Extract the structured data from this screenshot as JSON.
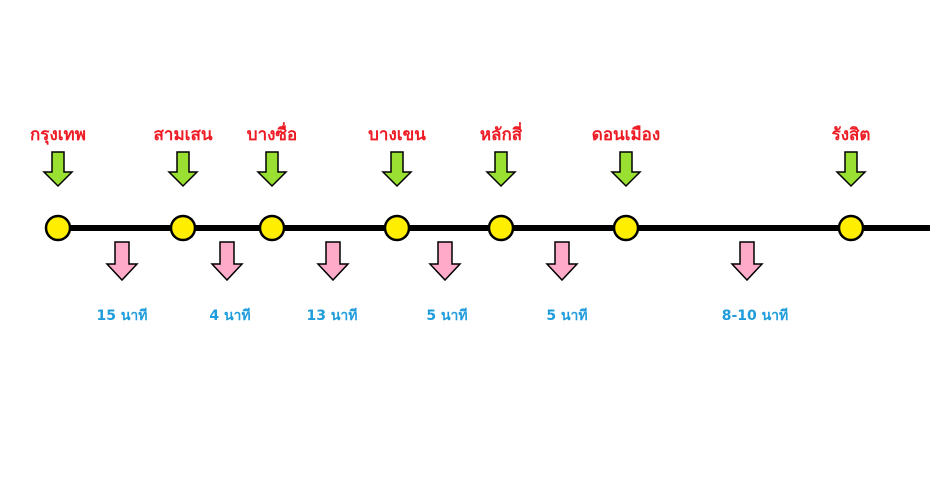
{
  "colors": {
    "line": "#000000",
    "station_fill": "#ffee00",
    "station_stroke": "#000000",
    "station_label": "#ee1c25",
    "station_arrow": "#99e033",
    "time_arrow": "#ffaac8",
    "time_label": "#1e9cdc"
  },
  "stations": [
    {
      "name": "กรุงเทพ"
    },
    {
      "name": "สามเสน"
    },
    {
      "name": "บางซื่อ"
    },
    {
      "name": "บางเขน"
    },
    {
      "name": "หลักสี่"
    },
    {
      "name": "ดอนเมือง"
    },
    {
      "name": "รังสิต"
    }
  ],
  "segments": [
    {
      "time": "15 นาที"
    },
    {
      "time": "4 นาที"
    },
    {
      "time": "13 นาที"
    },
    {
      "time": "5 นาที"
    },
    {
      "time": "5 นาที"
    },
    {
      "time": "8-10 นาที"
    }
  ],
  "icons": {
    "station_arrow": "down-arrow-icon",
    "segment_arrow": "down-arrow-icon"
  }
}
